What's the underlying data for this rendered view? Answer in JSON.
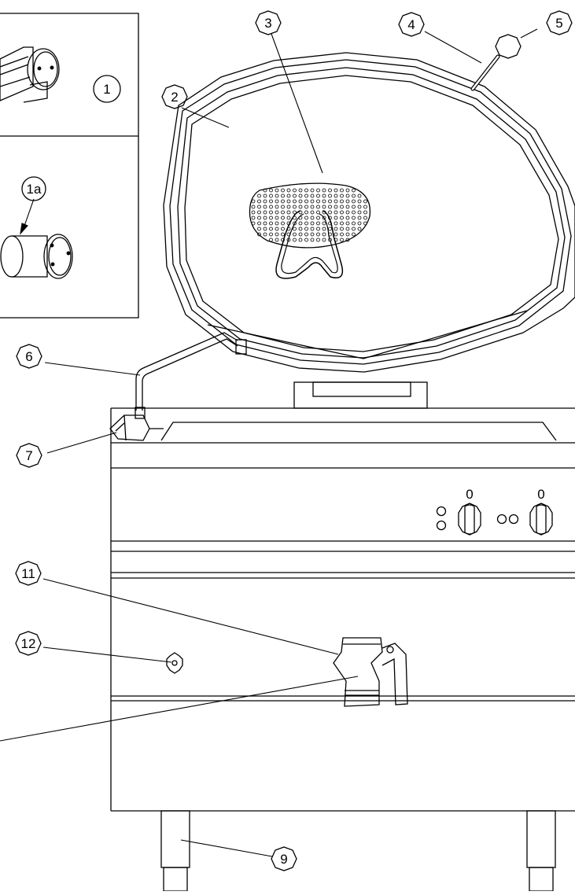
{
  "diagram": {
    "callouts": [
      {
        "id": "c1",
        "label": "1"
      },
      {
        "id": "c1a",
        "label": "1a"
      },
      {
        "id": "c2",
        "label": "2"
      },
      {
        "id": "c3",
        "label": "3"
      },
      {
        "id": "c4",
        "label": "4"
      },
      {
        "id": "c5",
        "label": "5"
      },
      {
        "id": "c6",
        "label": "6"
      },
      {
        "id": "c7",
        "label": "7"
      },
      {
        "id": "c9",
        "label": "9"
      },
      {
        "id": "c11",
        "label": "11"
      },
      {
        "id": "c12",
        "label": "12"
      }
    ],
    "knob_marks": [
      "0",
      "0"
    ],
    "colors": {
      "line": "#000000",
      "background": "#ffffff"
    }
  }
}
